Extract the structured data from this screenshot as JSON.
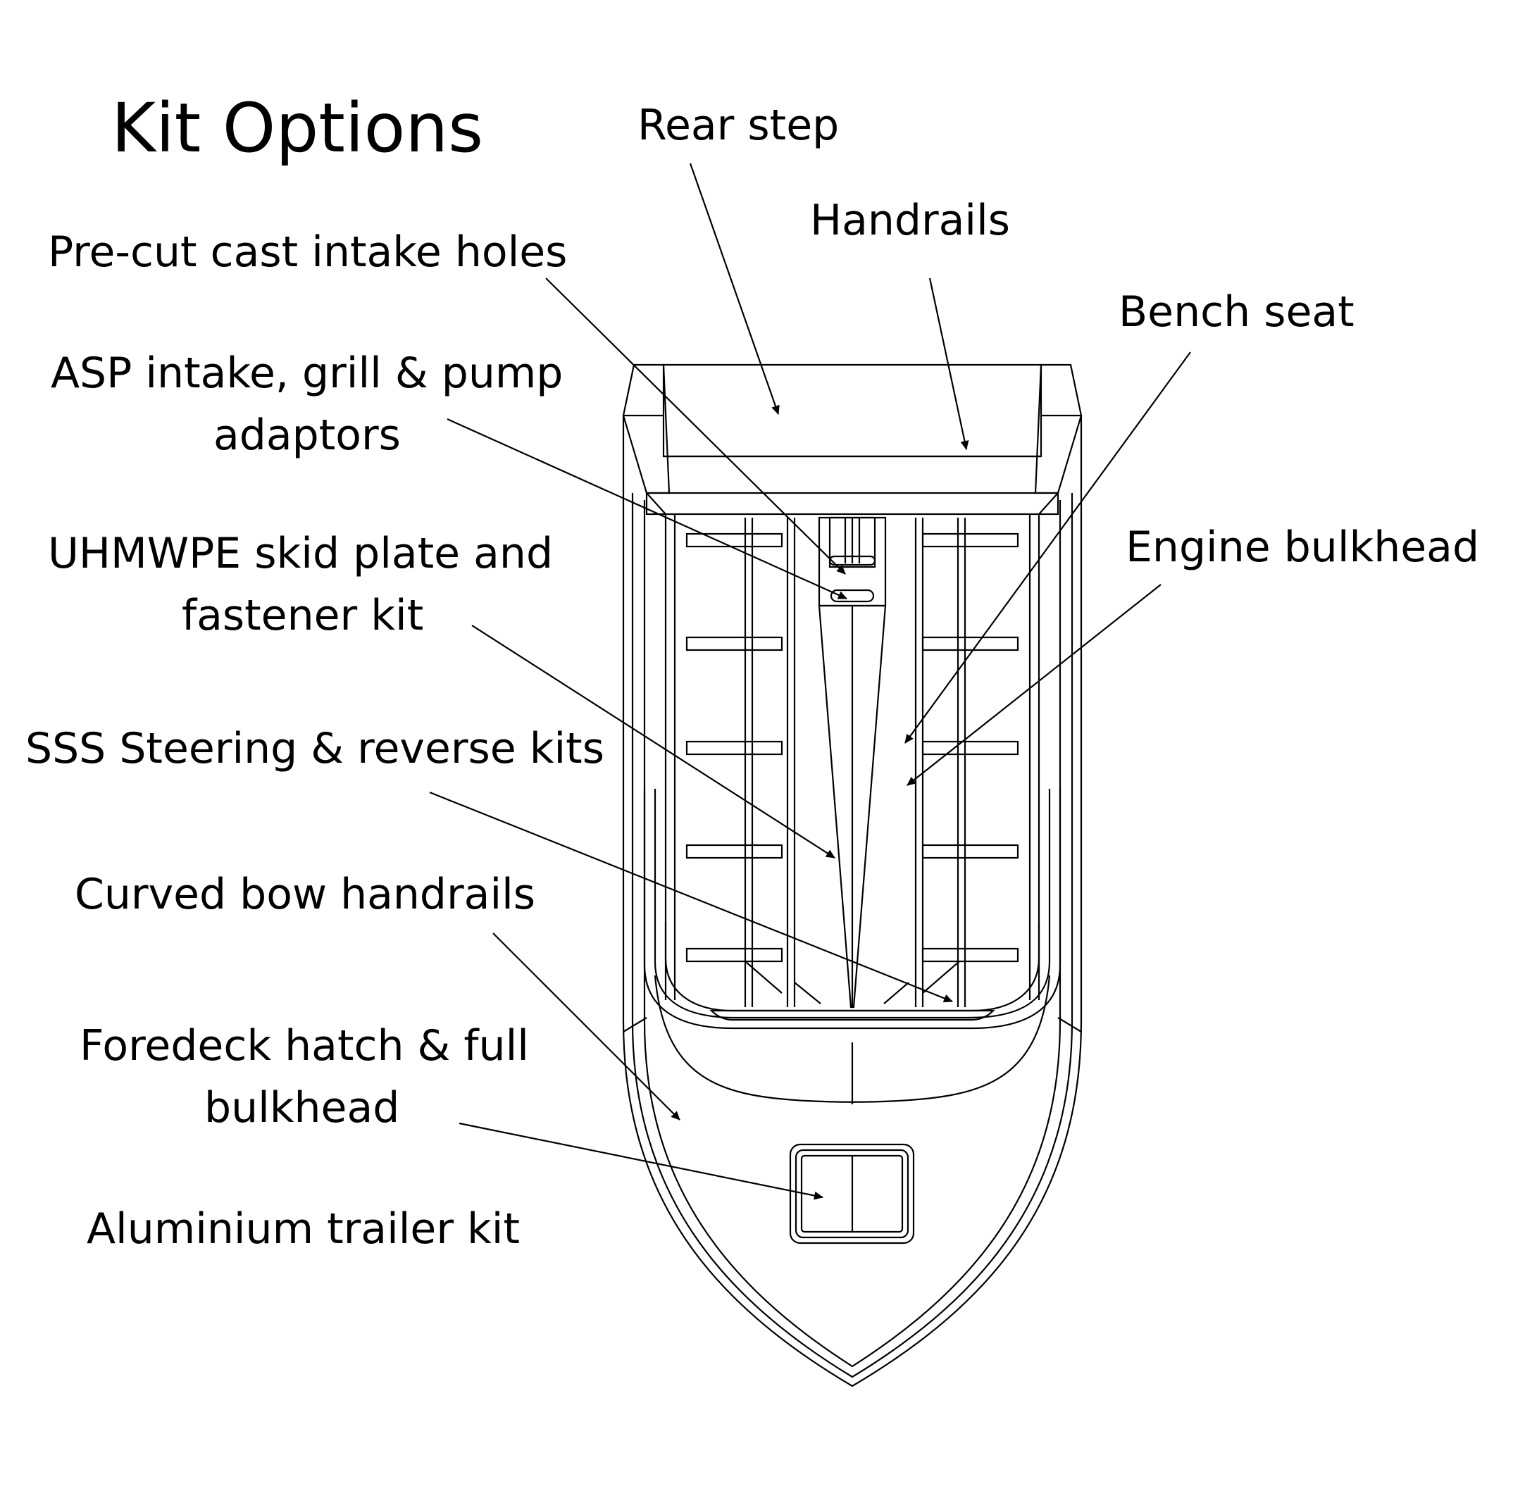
{
  "title": "Kit Options",
  "labels": {
    "rear_step": "Rear step",
    "handrails": "Handrails",
    "bench_seat": "Bench  seat",
    "engine_bulkhead": "Engine bulkhead",
    "precut_intake": "Pre-cut cast intake holes",
    "asp_intake_1": "ASP intake, grill & pump",
    "asp_intake_2": "adaptors",
    "uhmwpe_1": "UHMWPE skid plate and",
    "uhmwpe_2": "fastener kit",
    "sss_steering": "SSS Steering & reverse kits",
    "curved_bow": "Curved bow handrails",
    "foredeck_1": "Foredeck hatch & full",
    "foredeck_2": "bulkhead",
    "aluminium_trailer": "Aluminium trailer kit"
  },
  "colors": {
    "line": "#000000",
    "background": "#ffffff"
  }
}
